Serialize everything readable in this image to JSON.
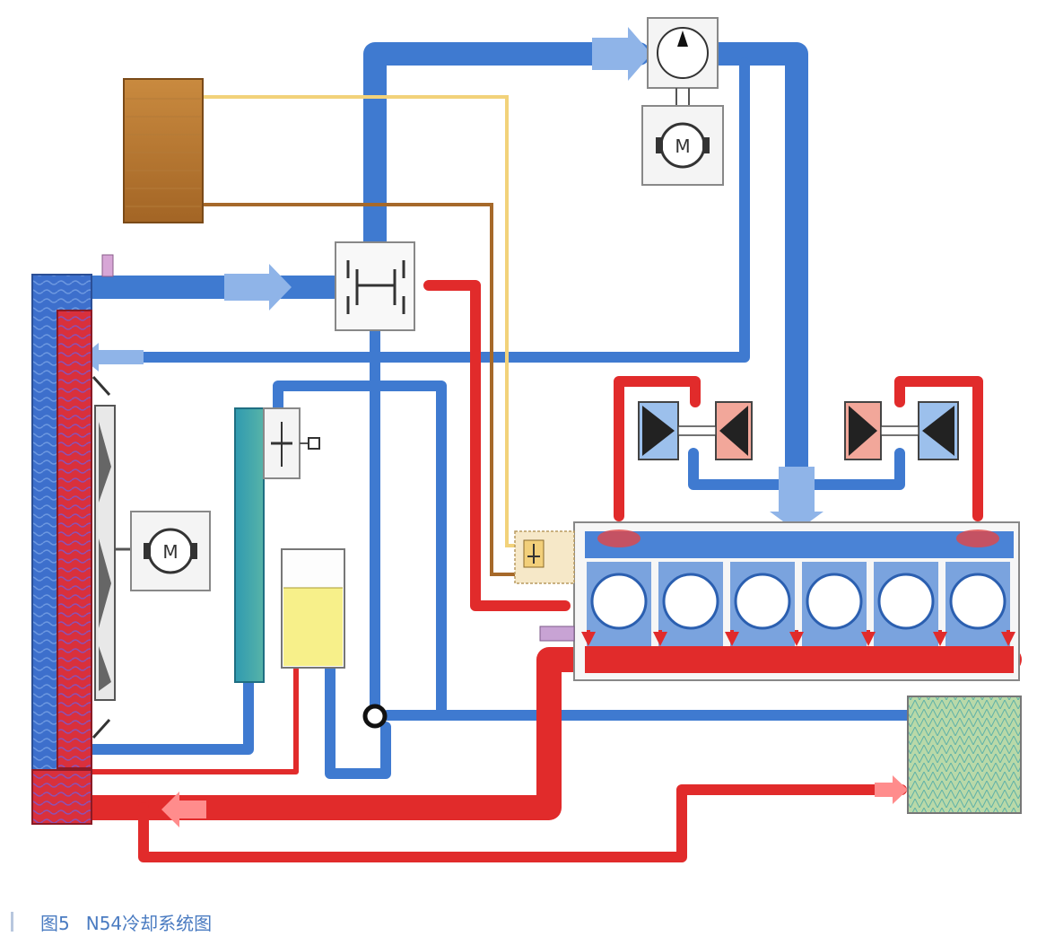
{
  "caption": {
    "figure_number": "图5",
    "title": "N54冷却系统图"
  },
  "colors": {
    "cold": "#3f7ad0",
    "hot": "#e12b2b",
    "wire_yellow": "#f2d27a",
    "wire_brown": "#a6692a",
    "tank_fill": "#f7f08a",
    "caption": "#4a7bc1"
  },
  "labels": {
    "motor_symbol": "M"
  },
  "components": {
    "engine_cylinders": 6,
    "turbochargers": 2,
    "motors": 2
  },
  "icons": [
    "motor-icon",
    "thermostat-icon",
    "pump-icon",
    "fan-icon",
    "check-valve-icon",
    "flow-arrow-icon"
  ]
}
